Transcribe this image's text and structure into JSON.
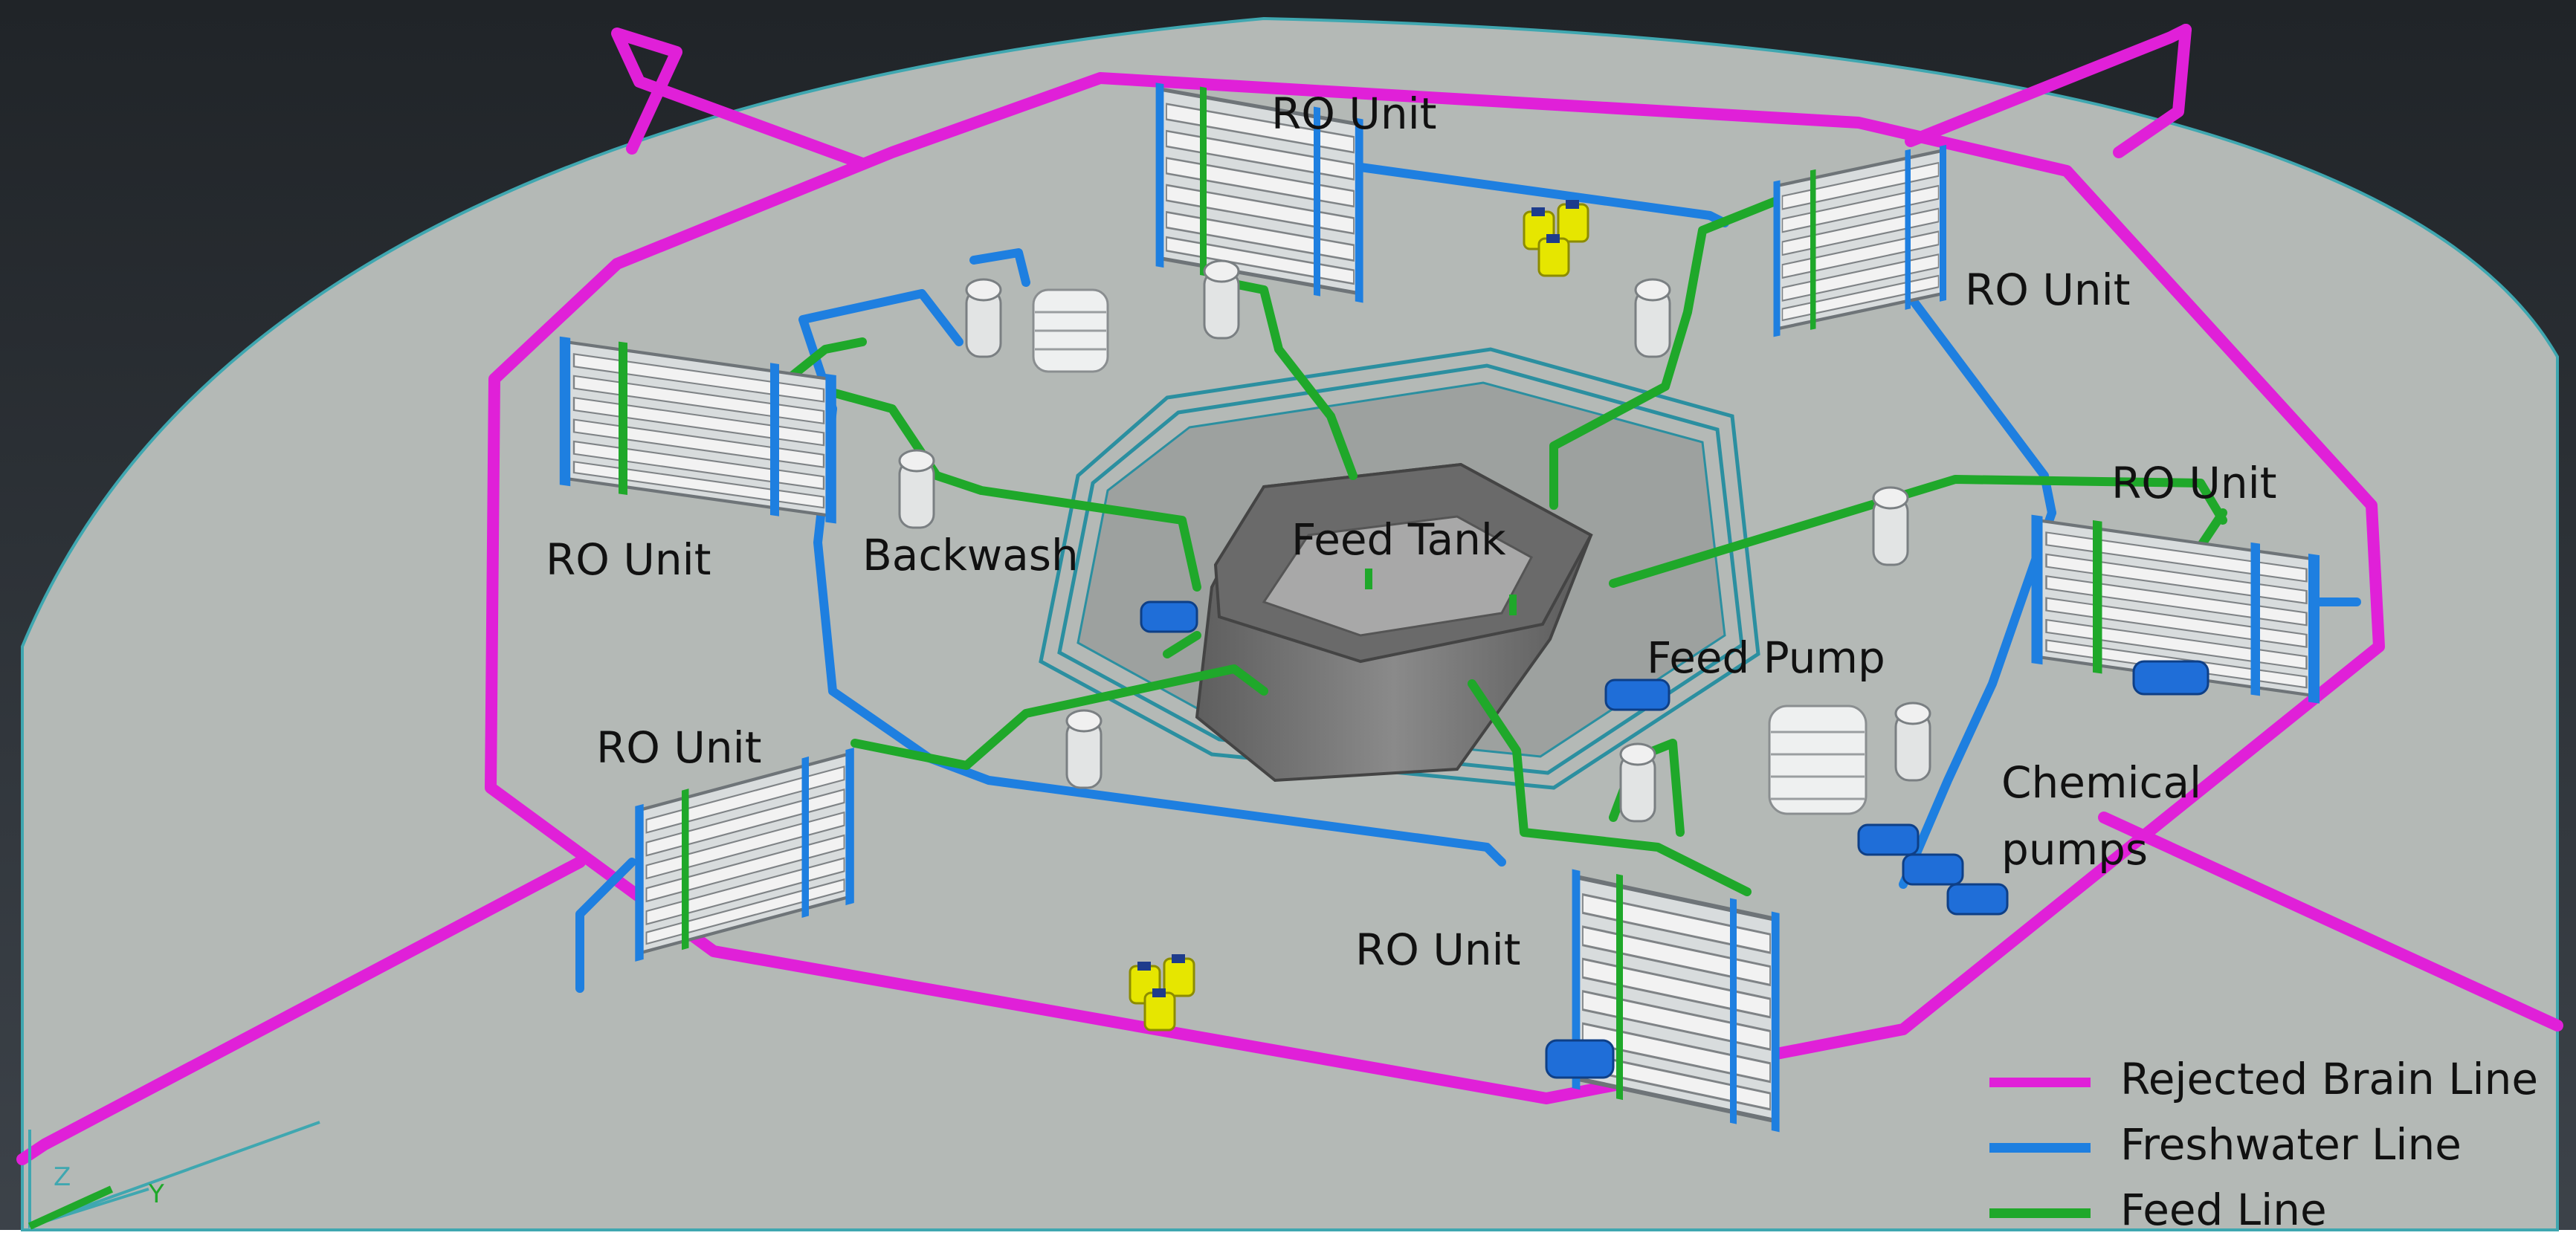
{
  "labels": {
    "ro_unit_top": "RO Unit",
    "ro_unit_right_upper": "RO Unit",
    "ro_unit_right_mid": "RO Unit",
    "ro_unit_left": "RO Unit",
    "ro_unit_left_lower": "RO Unit",
    "ro_unit_bottom": "RO Unit",
    "backwash": "Backwash",
    "feed_tank": "Feed Tank",
    "feed_pump": "Feed Pump",
    "chemical_pumps_line1": "Chemical",
    "chemical_pumps_line2": "pumps"
  },
  "legend": [
    {
      "label": "Rejected Brain Line",
      "color": "#e020d8"
    },
    {
      "label": "Freshwater Line",
      "color": "#1e7fe0"
    },
    {
      "label": "Feed Line",
      "color": "#1fa82a"
    }
  ],
  "axes_indicator": {
    "z": "Z",
    "y": "Y"
  },
  "colors": {
    "background": "#2d3238",
    "platform": "#b4b9b6",
    "brine_pipe": "#e020d8",
    "freshwater_pipe": "#1e7fe0",
    "feed_pipe": "#1fa82a",
    "tank": "#7a7a7a",
    "chemical_tank": "#e6e600"
  }
}
